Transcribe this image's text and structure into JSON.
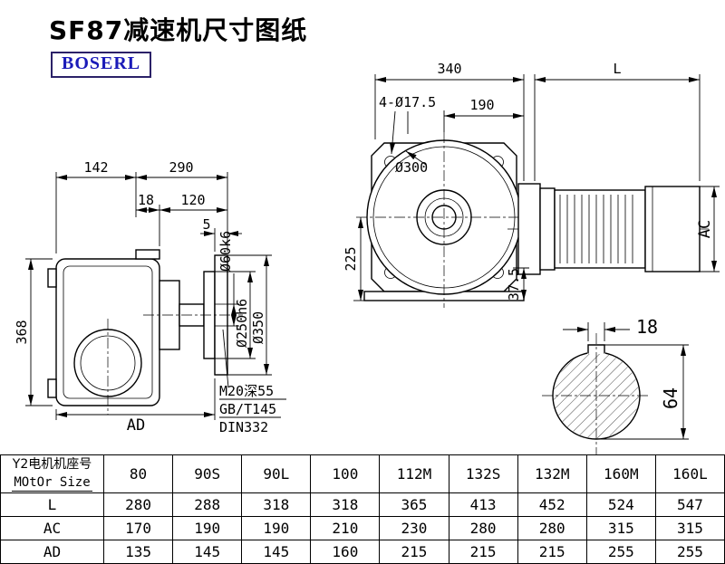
{
  "page": {
    "title": "SF87减速机尺寸图纸",
    "brand": "BOSERL"
  },
  "colors": {
    "line": "#000000",
    "brand_text": "#1a1ab8",
    "brand_border": "#2b2168"
  },
  "left_view": {
    "dim_142": "142",
    "dim_290": "290",
    "dim_18": "18",
    "dim_120": "120",
    "dim_5": "5",
    "dim_368": "368",
    "dim_ad": "AD",
    "shaft_dia": "Ø60k6",
    "hub_dia": "Ø250h6",
    "flange_dia": "Ø350",
    "tap_note": "M20深55",
    "std_gb": "GB/T145",
    "std_din": "DIN332"
  },
  "right_view": {
    "dim_340": "340",
    "dim_l": "L",
    "bolt_holes": "4-Ø17.5",
    "dim_190": "190",
    "boss_dia": "Ø300",
    "dim_225": "225",
    "dim_37_5": "37.5",
    "dim_ac": "AC"
  },
  "shaft_section": {
    "key_width": "18",
    "key_height": "64"
  },
  "table": {
    "row_header": {
      "label_cn": "Y2电机机座号",
      "label_en": "MOtOr Size",
      "sizes": [
        "80",
        "90S",
        "90L",
        "100",
        "112M",
        "132S",
        "132M",
        "160M",
        "160L"
      ]
    },
    "rows": [
      {
        "label": "L",
        "values": [
          "280",
          "288",
          "318",
          "318",
          "365",
          "413",
          "452",
          "524",
          "547"
        ]
      },
      {
        "label": "AC",
        "values": [
          "170",
          "190",
          "190",
          "210",
          "230",
          "280",
          "280",
          "315",
          "315"
        ]
      },
      {
        "label": "AD",
        "values": [
          "135",
          "145",
          "145",
          "160",
          "215",
          "215",
          "215",
          "255",
          "255"
        ]
      }
    ]
  }
}
